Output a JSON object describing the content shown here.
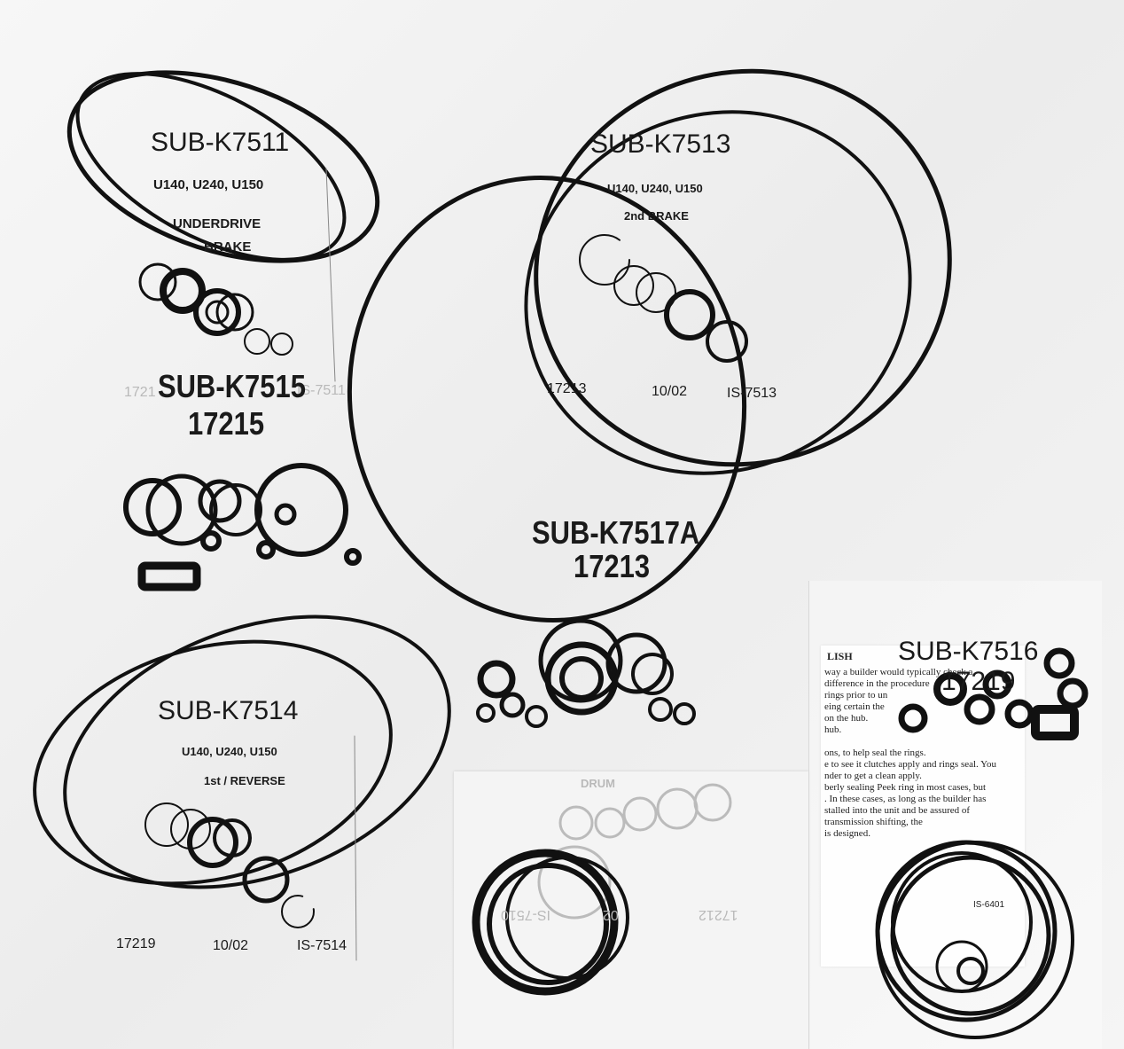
{
  "kits": {
    "k7511": {
      "title": "SUB-K7511",
      "models": "U140, U240, U150",
      "part_line1": "UNDERDRIVE",
      "part_line2": "BRAKE",
      "code": "1721",
      "sheet": "IS-7511"
    },
    "k7513": {
      "title": "SUB-K7513",
      "models": "U140, U240, U150",
      "part": "2nd BRAKE",
      "code": "17213",
      "date": "10/02",
      "sheet": "IS-7513"
    },
    "k7515": {
      "title": "SUB-K7515",
      "number": "17215"
    },
    "k7517a": {
      "title": "SUB-K7517A",
      "number": "17213"
    },
    "k7514": {
      "title": "SUB-K7514",
      "models": "U140, U240, U150",
      "part": "1st / REVERSE",
      "code": "17219",
      "date": "10/02",
      "sheet": "IS-7514"
    },
    "k7516": {
      "title": "SUB-K7516",
      "number": "17219"
    }
  },
  "drum_card": {
    "heading": "DRUM",
    "code": "17212",
    "date": "02",
    "sheet": "IS-7510"
  },
  "instruction_sheet": {
    "heading": "LISH",
    "lines": [
      "way a builder would typically check a",
      "difference in the procedure",
      "rings prior to un",
      "eing certain the",
      "on the hub.",
      "hub.",
      "",
      "ons, to help seal the rings.",
      "e to see it clutches apply and rings seal. You",
      "nder to get a clean apply.",
      "berly sealing Peek ring in most cases, but",
      ". In these cases, as long as the builder has",
      "stalled into the unit and be assured of",
      "transmission shifting, the",
      "is designed."
    ],
    "sheet": "IS-6401"
  }
}
